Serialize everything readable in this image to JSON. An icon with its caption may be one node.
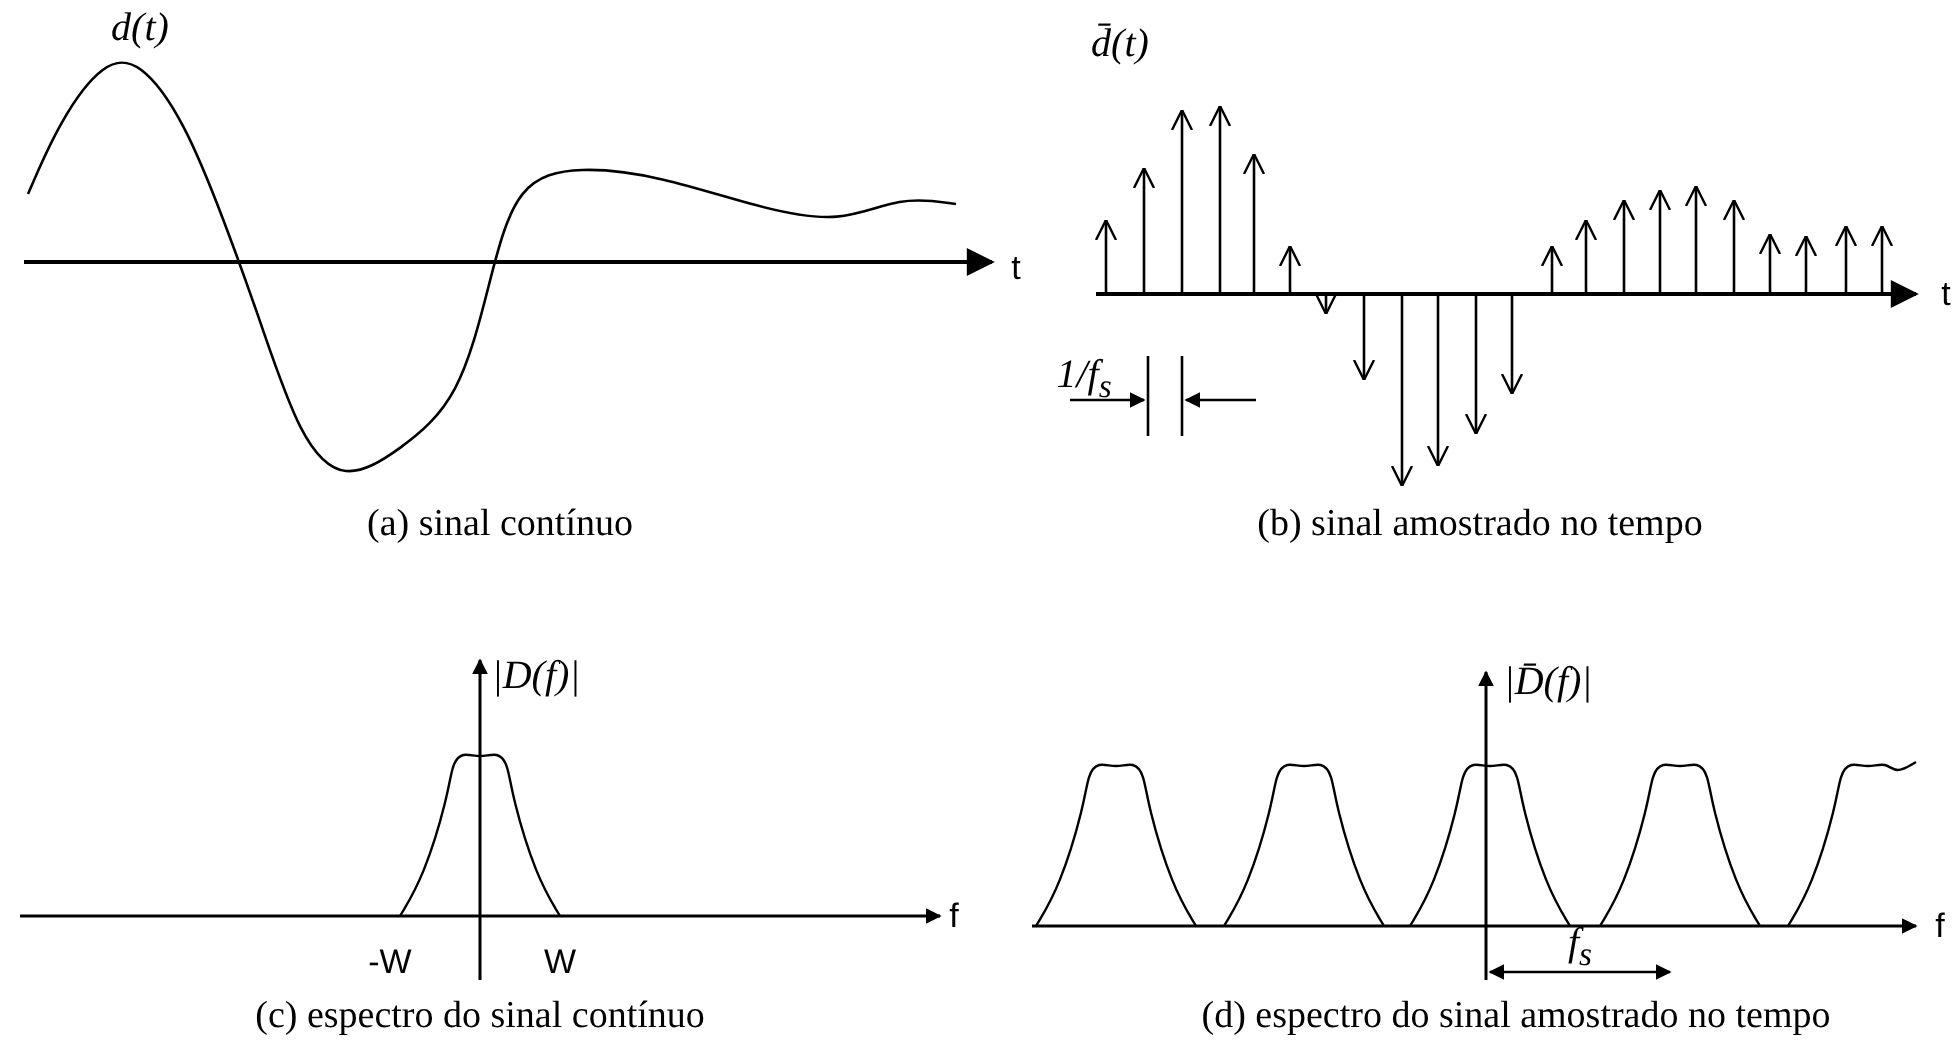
{
  "diagram": {
    "labels": [
      "d(t)",
      "d̄(t)",
      "t",
      "t",
      "1/f$_{s}$",
      "(a) sinal contínuo",
      "(b) sinal amostrado no tempo",
      "|D(f)|",
      "|D̄(f)|",
      "f",
      "-W",
      "W",
      "f",
      "f$_{s}$",
      "(c) espectro do sinal contínuo",
      "(d) espectro do sinal amostrado no tempo"
    ]
  }
}
